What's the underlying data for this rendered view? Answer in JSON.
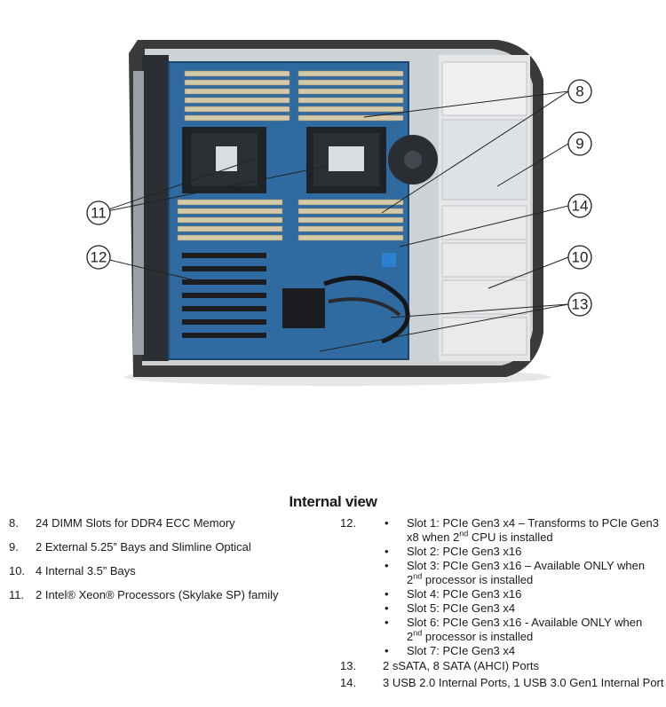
{
  "heading": "Internal view",
  "callouts": [
    "8",
    "9",
    "10",
    "11",
    "12",
    "13",
    "14"
  ],
  "left_items": [
    {
      "num": "8.",
      "text": "24 DIMM Slots for DDR4 ECC Memory"
    },
    {
      "num": "9.",
      "text": "2 External 5.25” Bays and Slimline Optical"
    },
    {
      "num": "10.",
      "text": "4 Internal 3.5” Bays"
    },
    {
      "num": "11.",
      "text": "2 Intel® Xeon® Processors (Skylake SP) family"
    }
  ],
  "item12": {
    "num": "12.",
    "slots": [
      {
        "a": "Slot 1: PCIe Gen3 x4 – Transforms to PCIe Gen3 x8 when 2",
        "sup": "nd",
        "b": " CPU is installed"
      },
      {
        "a": "Slot 2: PCIe Gen3 x16"
      },
      {
        "a": "Slot 3: PCIe Gen3 x16 – Available ONLY when 2",
        "sup": "nd",
        "b": " processor is installed"
      },
      {
        "a": "Slot 4: PCIe Gen3 x16"
      },
      {
        "a": "Slot 5: PCIe Gen3 x4"
      },
      {
        "a": "Slot 6: PCIe Gen3 x16 - Available ONLY when 2",
        "sup": "nd",
        "b": " processor is installed"
      },
      {
        "a": "Slot 7: PCIe Gen3 x4"
      }
    ]
  },
  "item13": {
    "num": "13.",
    "text": "2 sSATA, 8 SATA (AHCI) Ports"
  },
  "item14": {
    "num": "14.",
    "text": "3 USB 2.0 Internal Ports, 1 USB 3.0 Gen1 Internal Port"
  }
}
